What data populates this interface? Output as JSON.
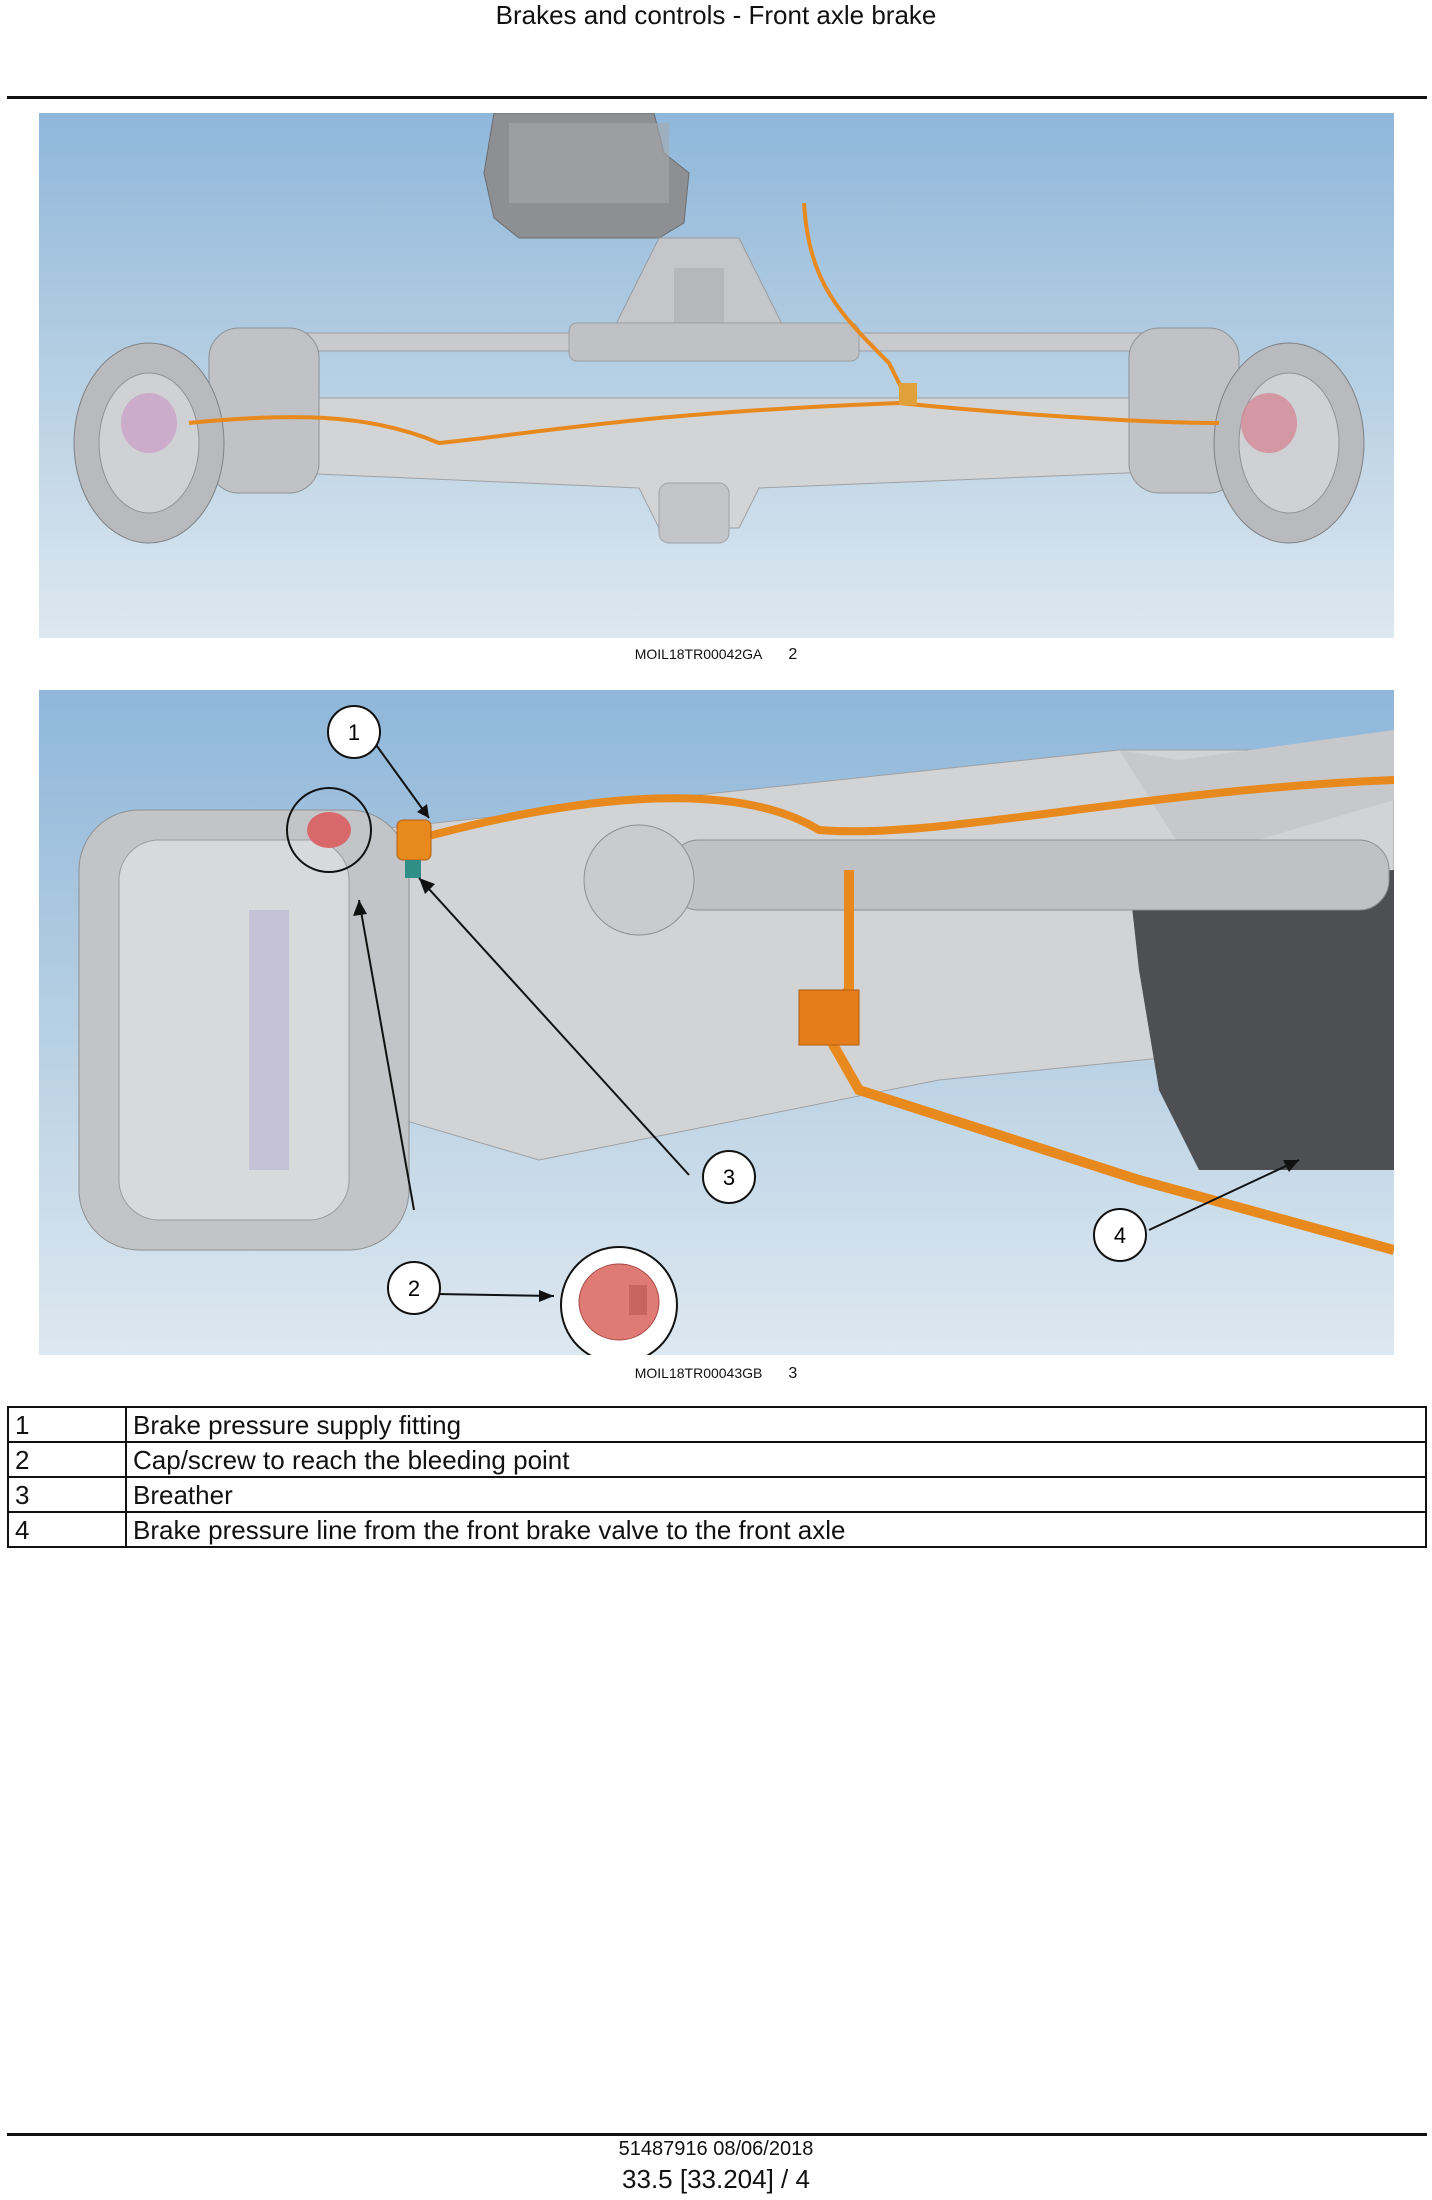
{
  "header": {
    "title": "Brakes and controls - Front axle brake"
  },
  "figures": [
    {
      "code": "MOIL18TR00042GA",
      "number": "2"
    },
    {
      "code": "MOIL18TR00043GB",
      "number": "3"
    }
  ],
  "callouts": [
    "1",
    "2",
    "3",
    "4"
  ],
  "legend": [
    {
      "key": "1",
      "text": "Brake pressure supply fitting"
    },
    {
      "key": "2",
      "text": "Cap/screw to reach the bleeding point"
    },
    {
      "key": "3",
      "text": "Breather"
    },
    {
      "key": "4",
      "text": "Brake pressure line from the front brake valve to the front axle"
    }
  ],
  "footer": {
    "doc": "51487916 08/06/2018",
    "page": "33.5 [33.204] / 4"
  },
  "colors": {
    "brake_line": "#e8891e",
    "bleed_cap": "#e07a74",
    "axle": "#c9cbce"
  }
}
